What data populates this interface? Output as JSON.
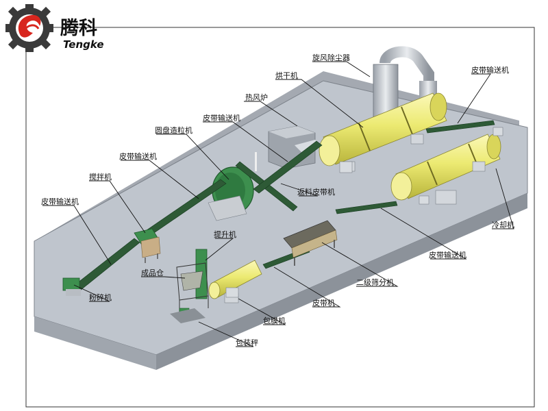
{
  "logo": {
    "name_cn": "腾科",
    "name_en": "Tengke"
  },
  "labels": {
    "cyclone": "旋风除尘器",
    "dryer": "烘干机",
    "conveyor_top_right": "皮带输送机",
    "hot_air_furnace": "热风炉",
    "conveyor_center": "皮带输送机",
    "disc_granulator": "圆盘造粒机",
    "conveyor_upper_left": "皮带输送机",
    "mixer": "搅拌机",
    "conveyor_left": "皮带输送机",
    "return_belt": "返料皮带机",
    "elevator": "提升机",
    "finished_bin": "成品仓",
    "crusher": "粉碎机",
    "cooler": "冷却机",
    "conveyor_lower_right": "皮带输送机",
    "secondary_screener": "二级筛分机",
    "belt_machine": "皮带机",
    "coating_machine": "包膜机",
    "packing_scale": "包装秤"
  },
  "colors": {
    "equipment_yellow": "#f2ef7a",
    "equipment_green": "#3d8f4e",
    "floor": "#bcc2ca",
    "wall": "#a9aeb6",
    "logo_red": "#d8261e",
    "logo_gray": "#3a3a3a"
  }
}
